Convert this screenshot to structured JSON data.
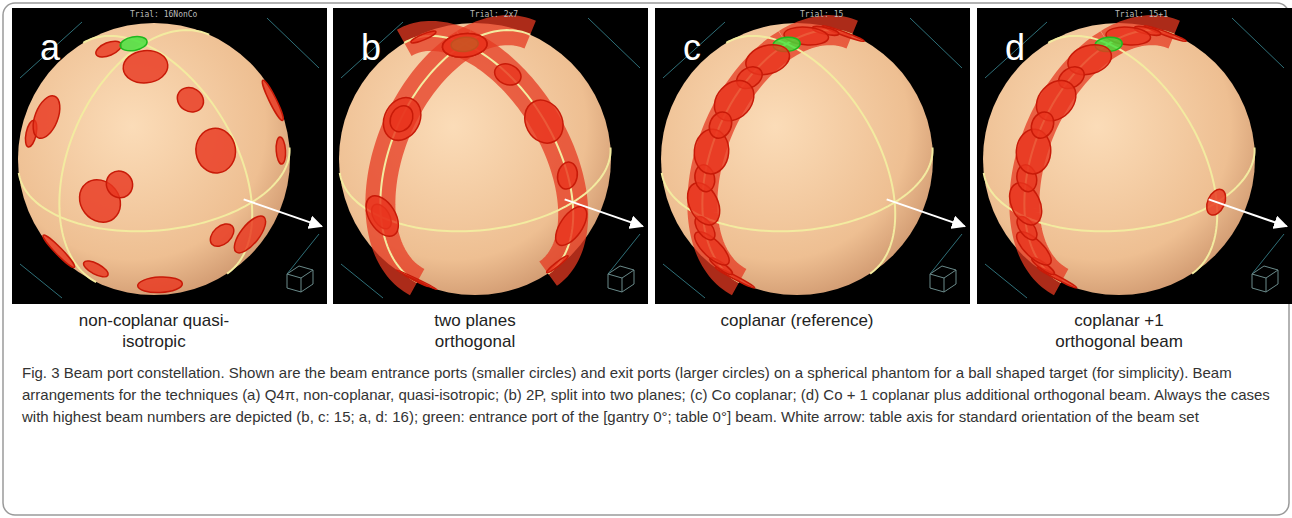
{
  "diagram": {
    "caption": "Fig. 3 Beam port constellation. Shown are the beam entrance ports (smaller circles) and exit ports (larger circles) on a spherical phantom for a ball shaped target (for simplicity). Beam arrangements for the techniques (a) Q4π, non-coplanar, quasi-isotropic; (b) 2P, split into two planes; (c) Co coplanar; (d) Co + 1 coplanar plus additional orthogonal beam. Always the cases with highest beam numbers are depicted (b, c: 15; a, d: 16); green: entrance port of the [gantry 0°; table 0°] beam. White arrow: table axis for standard orientation of the beam set",
    "labels": [
      "a",
      "Trial: 16NonCo",
      "b",
      "Trial: 2x7",
      "c",
      "Trial: 15",
      "d",
      "Trial: 15+1",
      "non-coplanar quasi-isotropic",
      "two planes orthogonal",
      "coplanar (reference)",
      "coplanar +1 orthogonal beam"
    ]
  }
}
